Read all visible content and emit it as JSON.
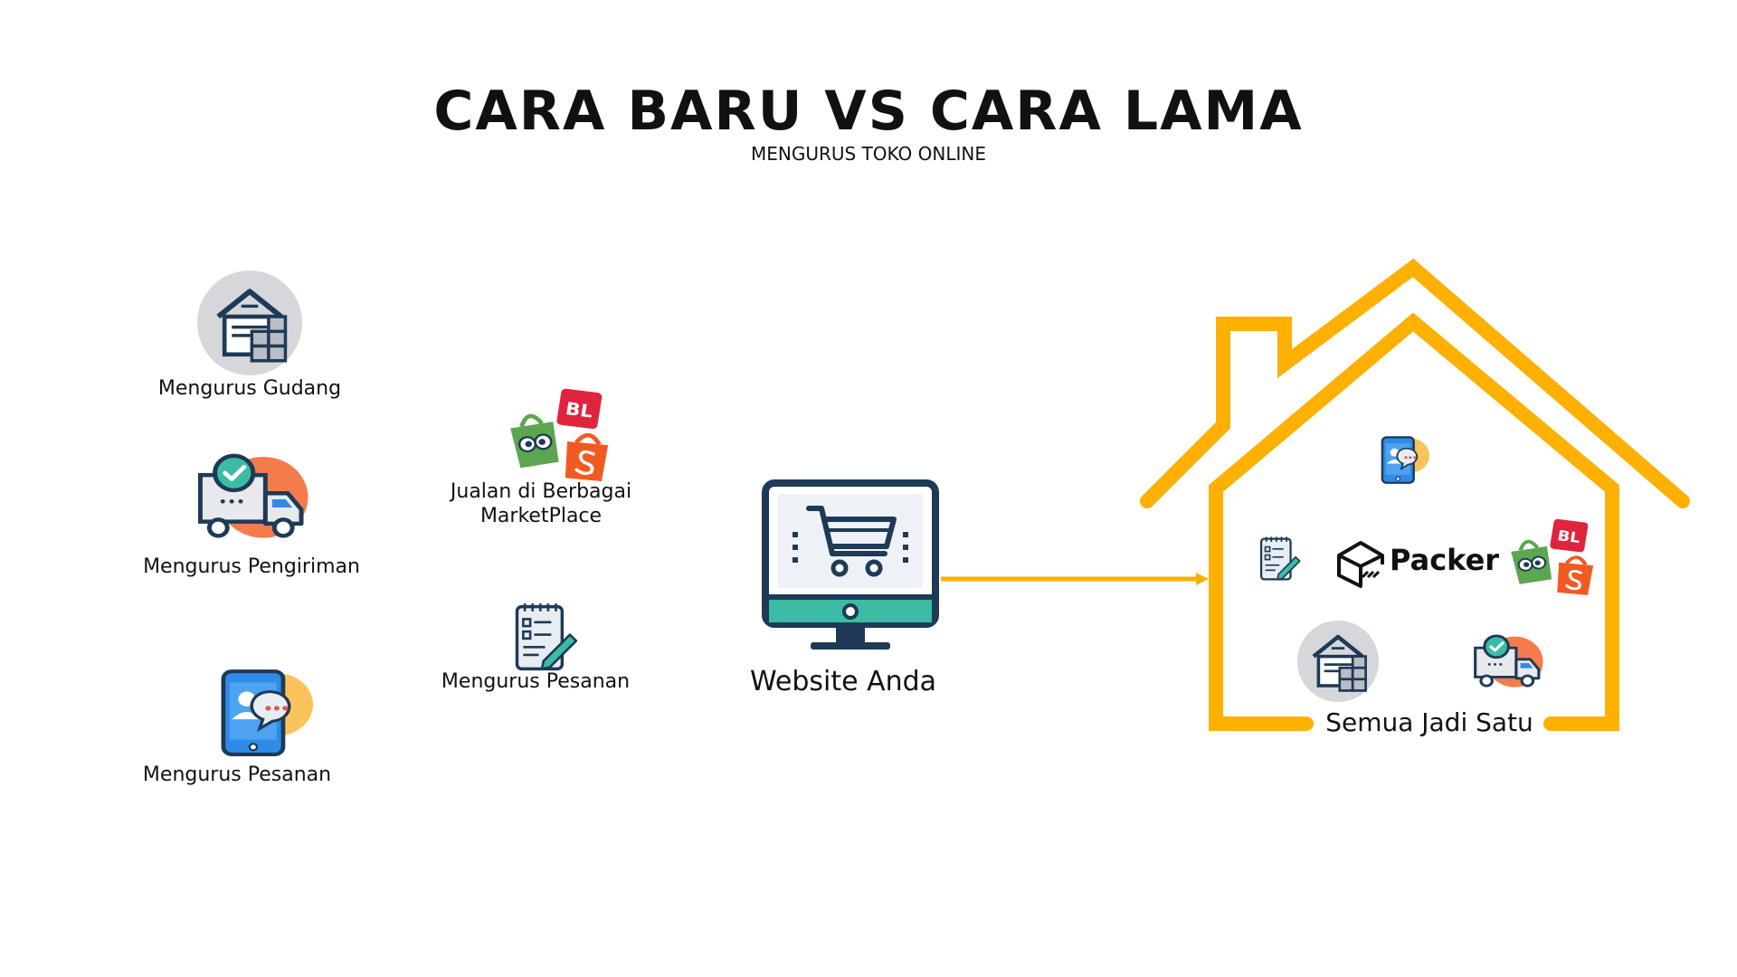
{
  "header": {
    "title": "CARA BARU VS CARA LAMA",
    "subtitle": "MENGURUS TOKO ONLINE"
  },
  "left_column": {
    "items": [
      {
        "label": "Mengurus Gudang",
        "icon": "warehouse-icon"
      },
      {
        "label": "Mengurus Pengiriman",
        "icon": "delivery-truck-icon"
      },
      {
        "label": "Mengurus Pesanan",
        "icon": "mobile-chat-icon"
      }
    ]
  },
  "middle_column": {
    "items": [
      {
        "label_line1": "Jualan di Berbagai",
        "label_line2": "MarketPlace",
        "icon": "marketplace-bags-icon"
      },
      {
        "label": "Mengurus Pesanan",
        "icon": "order-list-icon"
      }
    ]
  },
  "website": {
    "label": "Website Anda",
    "icon": "monitor-cart-icon"
  },
  "house": {
    "brand": "Packer",
    "caption": "Semua Jadi Satu",
    "icons": [
      "mobile-chat-icon",
      "order-list-icon",
      "packer-logo-icon",
      "marketplace-bags-icon",
      "warehouse-icon",
      "delivery-truck-icon"
    ],
    "marketplace_badge": "BL"
  },
  "colors": {
    "house_outline": "#FFB000",
    "arrow": "#FFB000",
    "monitor_teal": "#3DBCA5",
    "navy": "#1E3A56",
    "tokopedia_green": "#5BA64E",
    "bukalapak_red": "#E0243E",
    "shopee_orange": "#F25A22",
    "truck_orange": "#F47C4C",
    "phone_blue": "#2E8BE6",
    "chat_yellow": "#FBC35A"
  }
}
